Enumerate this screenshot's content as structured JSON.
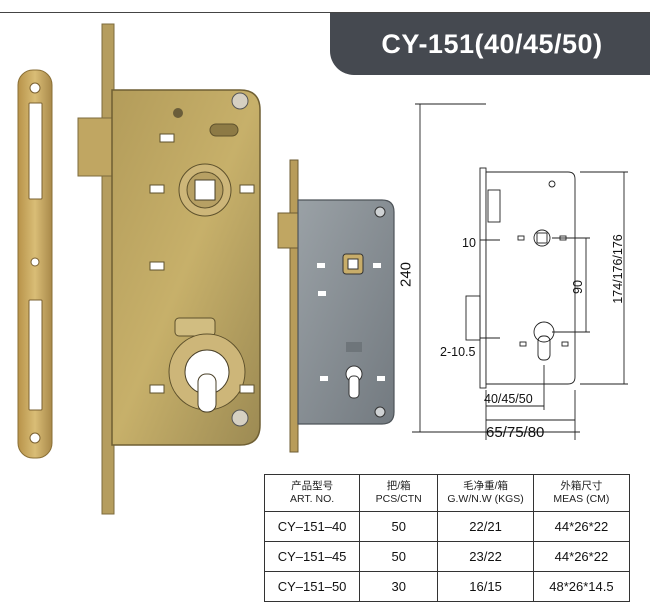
{
  "header": {
    "title": "CY-151(40/45/50)"
  },
  "drawing": {
    "height_label": "240",
    "backset_label": "40/45/50",
    "overall_width_label": "65/75/80",
    "tongue_label": "10",
    "slot_label": "2-10.5",
    "center_distance_label": "90",
    "faceplate_label": "174/176/176"
  },
  "table": {
    "headers": [
      {
        "cn": "产品型号",
        "en": "ART. NO."
      },
      {
        "cn": "把/箱",
        "en": "PCS/CTN"
      },
      {
        "cn": "毛净重/箱",
        "en": "G.W/N.W (KGS)"
      },
      {
        "cn": "外箱尺寸",
        "en": "MEAS (CM)"
      }
    ],
    "rows": [
      {
        "art": "CY–151–40",
        "pcs": "50",
        "weight": "22/21",
        "meas": "44*26*22"
      },
      {
        "art": "CY–151–45",
        "pcs": "50",
        "weight": "23/22",
        "meas": "44*26*22"
      },
      {
        "art": "CY–151–50",
        "pcs": "30",
        "weight": "16/15",
        "meas": "48*26*14.5"
      }
    ]
  },
  "colors": {
    "header_bg": "#454950",
    "brass": "#c9a657",
    "zinc": "#8f969c"
  }
}
